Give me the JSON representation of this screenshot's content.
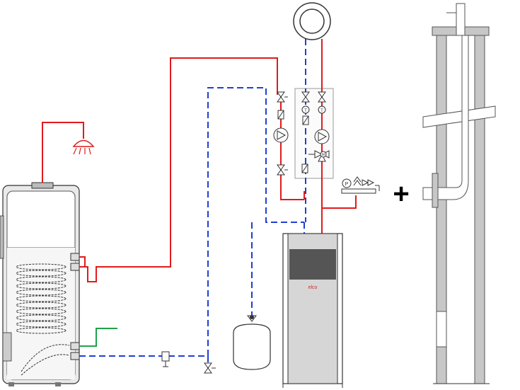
{
  "boiler": {
    "brand": "elco",
    "brand_color": "#d22b2b"
  },
  "plus_sign": "+",
  "sensor_labels": {
    "temp": "T",
    "pressure": "P",
    "motor": "M"
  },
  "colors": {
    "hot": "#e01b1b",
    "return": "#1f3fd1",
    "green": "#1ea24a",
    "outline": "#333333",
    "panel_grey": "#d6d6d6",
    "dark_panel": "#555555",
    "chimney_grey": "#c7c7c7"
  },
  "icons": [
    "shower-icon",
    "pump-icon",
    "valve-icon",
    "expansion-vessel-icon",
    "plus-icon"
  ]
}
